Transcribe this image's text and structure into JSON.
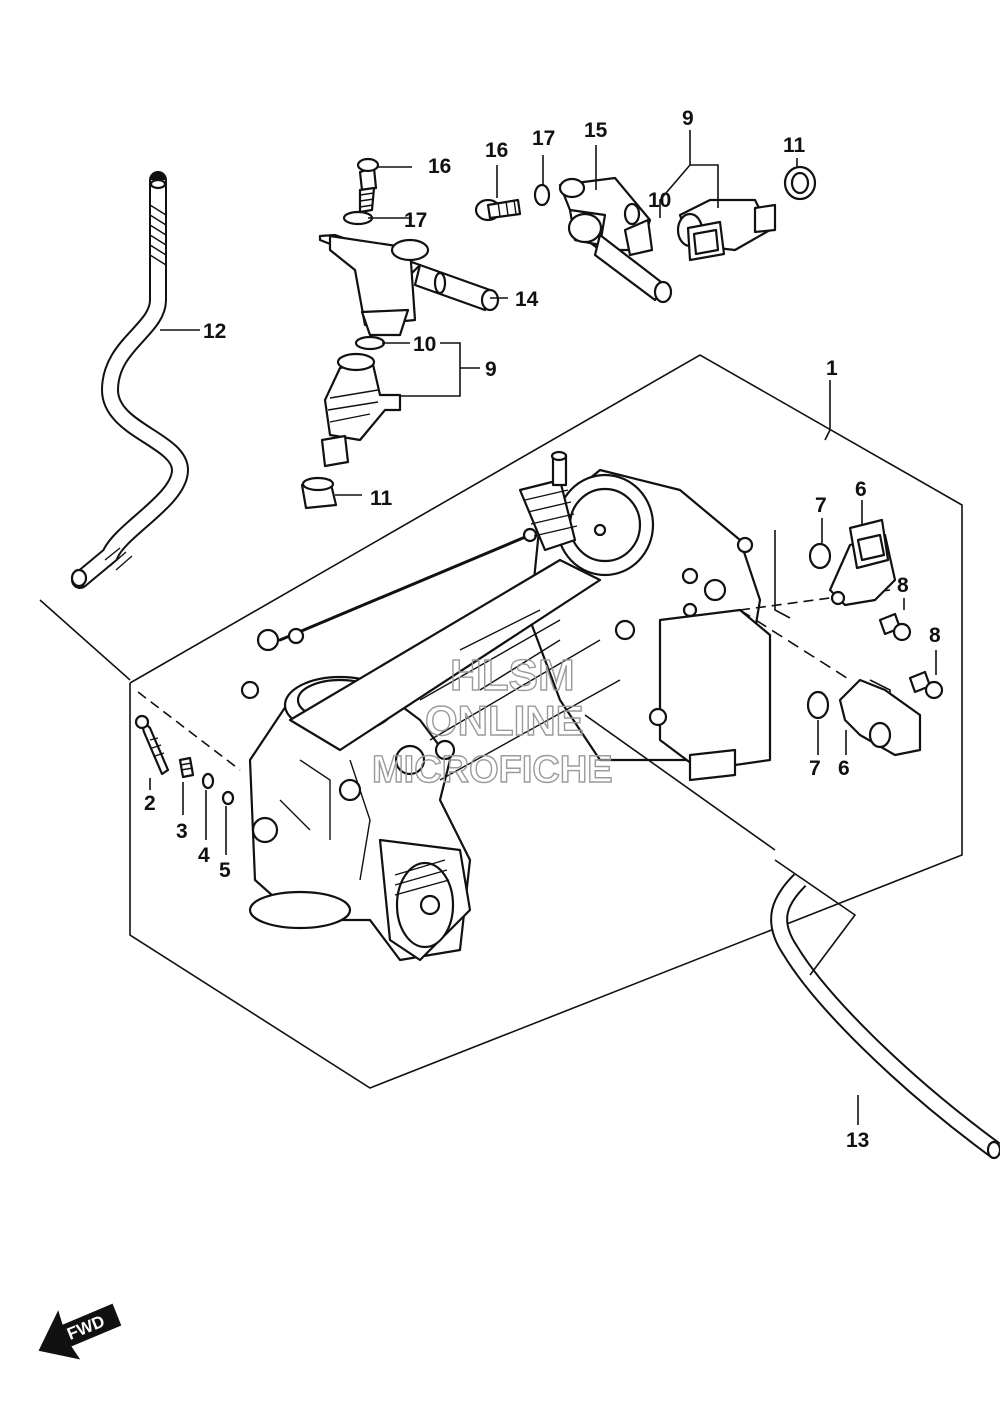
{
  "watermark": {
    "line1": "HLSM",
    "line2": "ONLINE",
    "line3": "MICROFICHE"
  },
  "direction_arrow": {
    "label": "FWD",
    "icon": "fwd-arrow-icon"
  },
  "callouts": [
    {
      "id": "c1",
      "text": "1"
    },
    {
      "id": "c2",
      "text": "2"
    },
    {
      "id": "c3",
      "text": "3"
    },
    {
      "id": "c4",
      "text": "4"
    },
    {
      "id": "c5",
      "text": "5"
    },
    {
      "id": "c6a",
      "text": "6"
    },
    {
      "id": "c6b",
      "text": "6"
    },
    {
      "id": "c7a",
      "text": "7"
    },
    {
      "id": "c7b",
      "text": "7"
    },
    {
      "id": "c8a",
      "text": "8"
    },
    {
      "id": "c8b",
      "text": "8"
    },
    {
      "id": "c9a",
      "text": "9"
    },
    {
      "id": "c9b",
      "text": "9"
    },
    {
      "id": "c10a",
      "text": "10"
    },
    {
      "id": "c10b",
      "text": "10"
    },
    {
      "id": "c11a",
      "text": "11"
    },
    {
      "id": "c11b",
      "text": "11"
    },
    {
      "id": "c12",
      "text": "12"
    },
    {
      "id": "c13",
      "text": "13"
    },
    {
      "id": "c14",
      "text": "14"
    },
    {
      "id": "c15",
      "text": "15"
    },
    {
      "id": "c16a",
      "text": "16"
    },
    {
      "id": "c16b",
      "text": "16"
    },
    {
      "id": "c17a",
      "text": "17"
    },
    {
      "id": "c17b",
      "text": "17"
    }
  ]
}
